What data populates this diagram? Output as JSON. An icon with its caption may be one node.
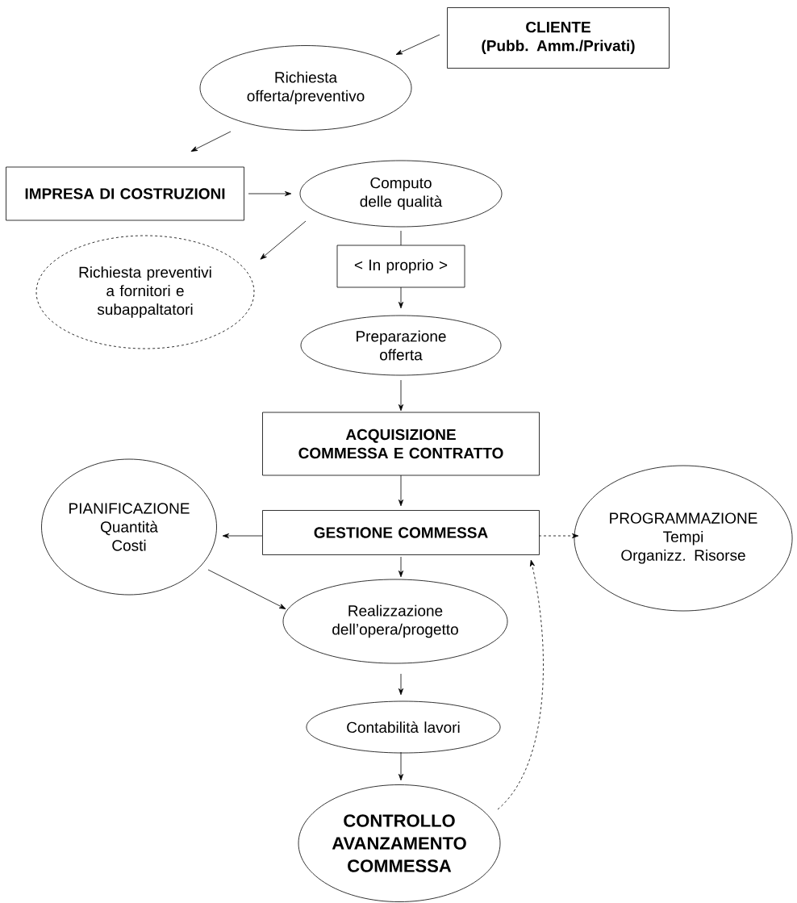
{
  "diagram": {
    "nodes": [
      {
        "text": [
          "CLIENTE",
          "(Pubb. Amm./Privati)"
        ]
      },
      {
        "text": [
          "Richiesta offerta/preventivo"
        ]
      },
      {
        "text": [
          "IMPRESA DI COSTRUZIONI"
        ]
      },
      {
        "text": [
          "Computo delle qualità"
        ]
      },
      {
        "text": [
          "Richiesta preventivi a fornitori e subappaltatori"
        ]
      },
      {
        "text": [
          "< In proprio >"
        ]
      },
      {
        "text": [
          "Preparazione offerta"
        ]
      },
      {
        "text": [
          "ACQUISIZIONE COMMESSA E CONTRATTO"
        ]
      },
      {
        "text": [
          "PIANIFICAZIONE",
          "Quantità",
          "Costi"
        ]
      },
      {
        "text": [
          "GESTIONE COMMESSA"
        ]
      },
      {
        "text": [
          "PROGRAMMAZIONE",
          "Tempi",
          "Organizz. Risorse"
        ]
      },
      {
        "text": [
          "Realizzazione dell’opera/progetto"
        ]
      },
      {
        "text": [
          "Contabilità lavori"
        ]
      },
      {
        "text": [
          "CONTROLLO AVANZAMENTO COMMESSA"
        ]
      }
    ],
    "edges": [
      {
        "from": 0,
        "to": 1,
        "arrow": "to"
      },
      {
        "from": 1,
        "to": 2,
        "arrow": "to"
      },
      {
        "from": 2,
        "to": 3,
        "arrow": "to"
      },
      {
        "from": 3,
        "to": 4,
        "arrow": "to"
      },
      {
        "from": 3,
        "to": 5,
        "arrow": "none"
      },
      {
        "from": 5,
        "to": 6,
        "arrow": "to"
      },
      {
        "from": 6,
        "to": 7,
        "arrow": "to"
      },
      {
        "from": 7,
        "to": 9,
        "arrow": "to"
      },
      {
        "from": 9,
        "to": 8,
        "arrow": "to"
      },
      {
        "from": 9,
        "to": 10,
        "arrow": "to",
        "style": "dashed"
      },
      {
        "from": 9,
        "to": 11,
        "arrow": "to"
      },
      {
        "from": 8,
        "to": 11,
        "arrow": "to"
      },
      {
        "from": 11,
        "to": 12,
        "arrow": "to"
      },
      {
        "from": 12,
        "to": 13,
        "arrow": "to"
      },
      {
        "from": 13,
        "to": 9,
        "arrow": "to",
        "style": "dashed"
      }
    ]
  }
}
